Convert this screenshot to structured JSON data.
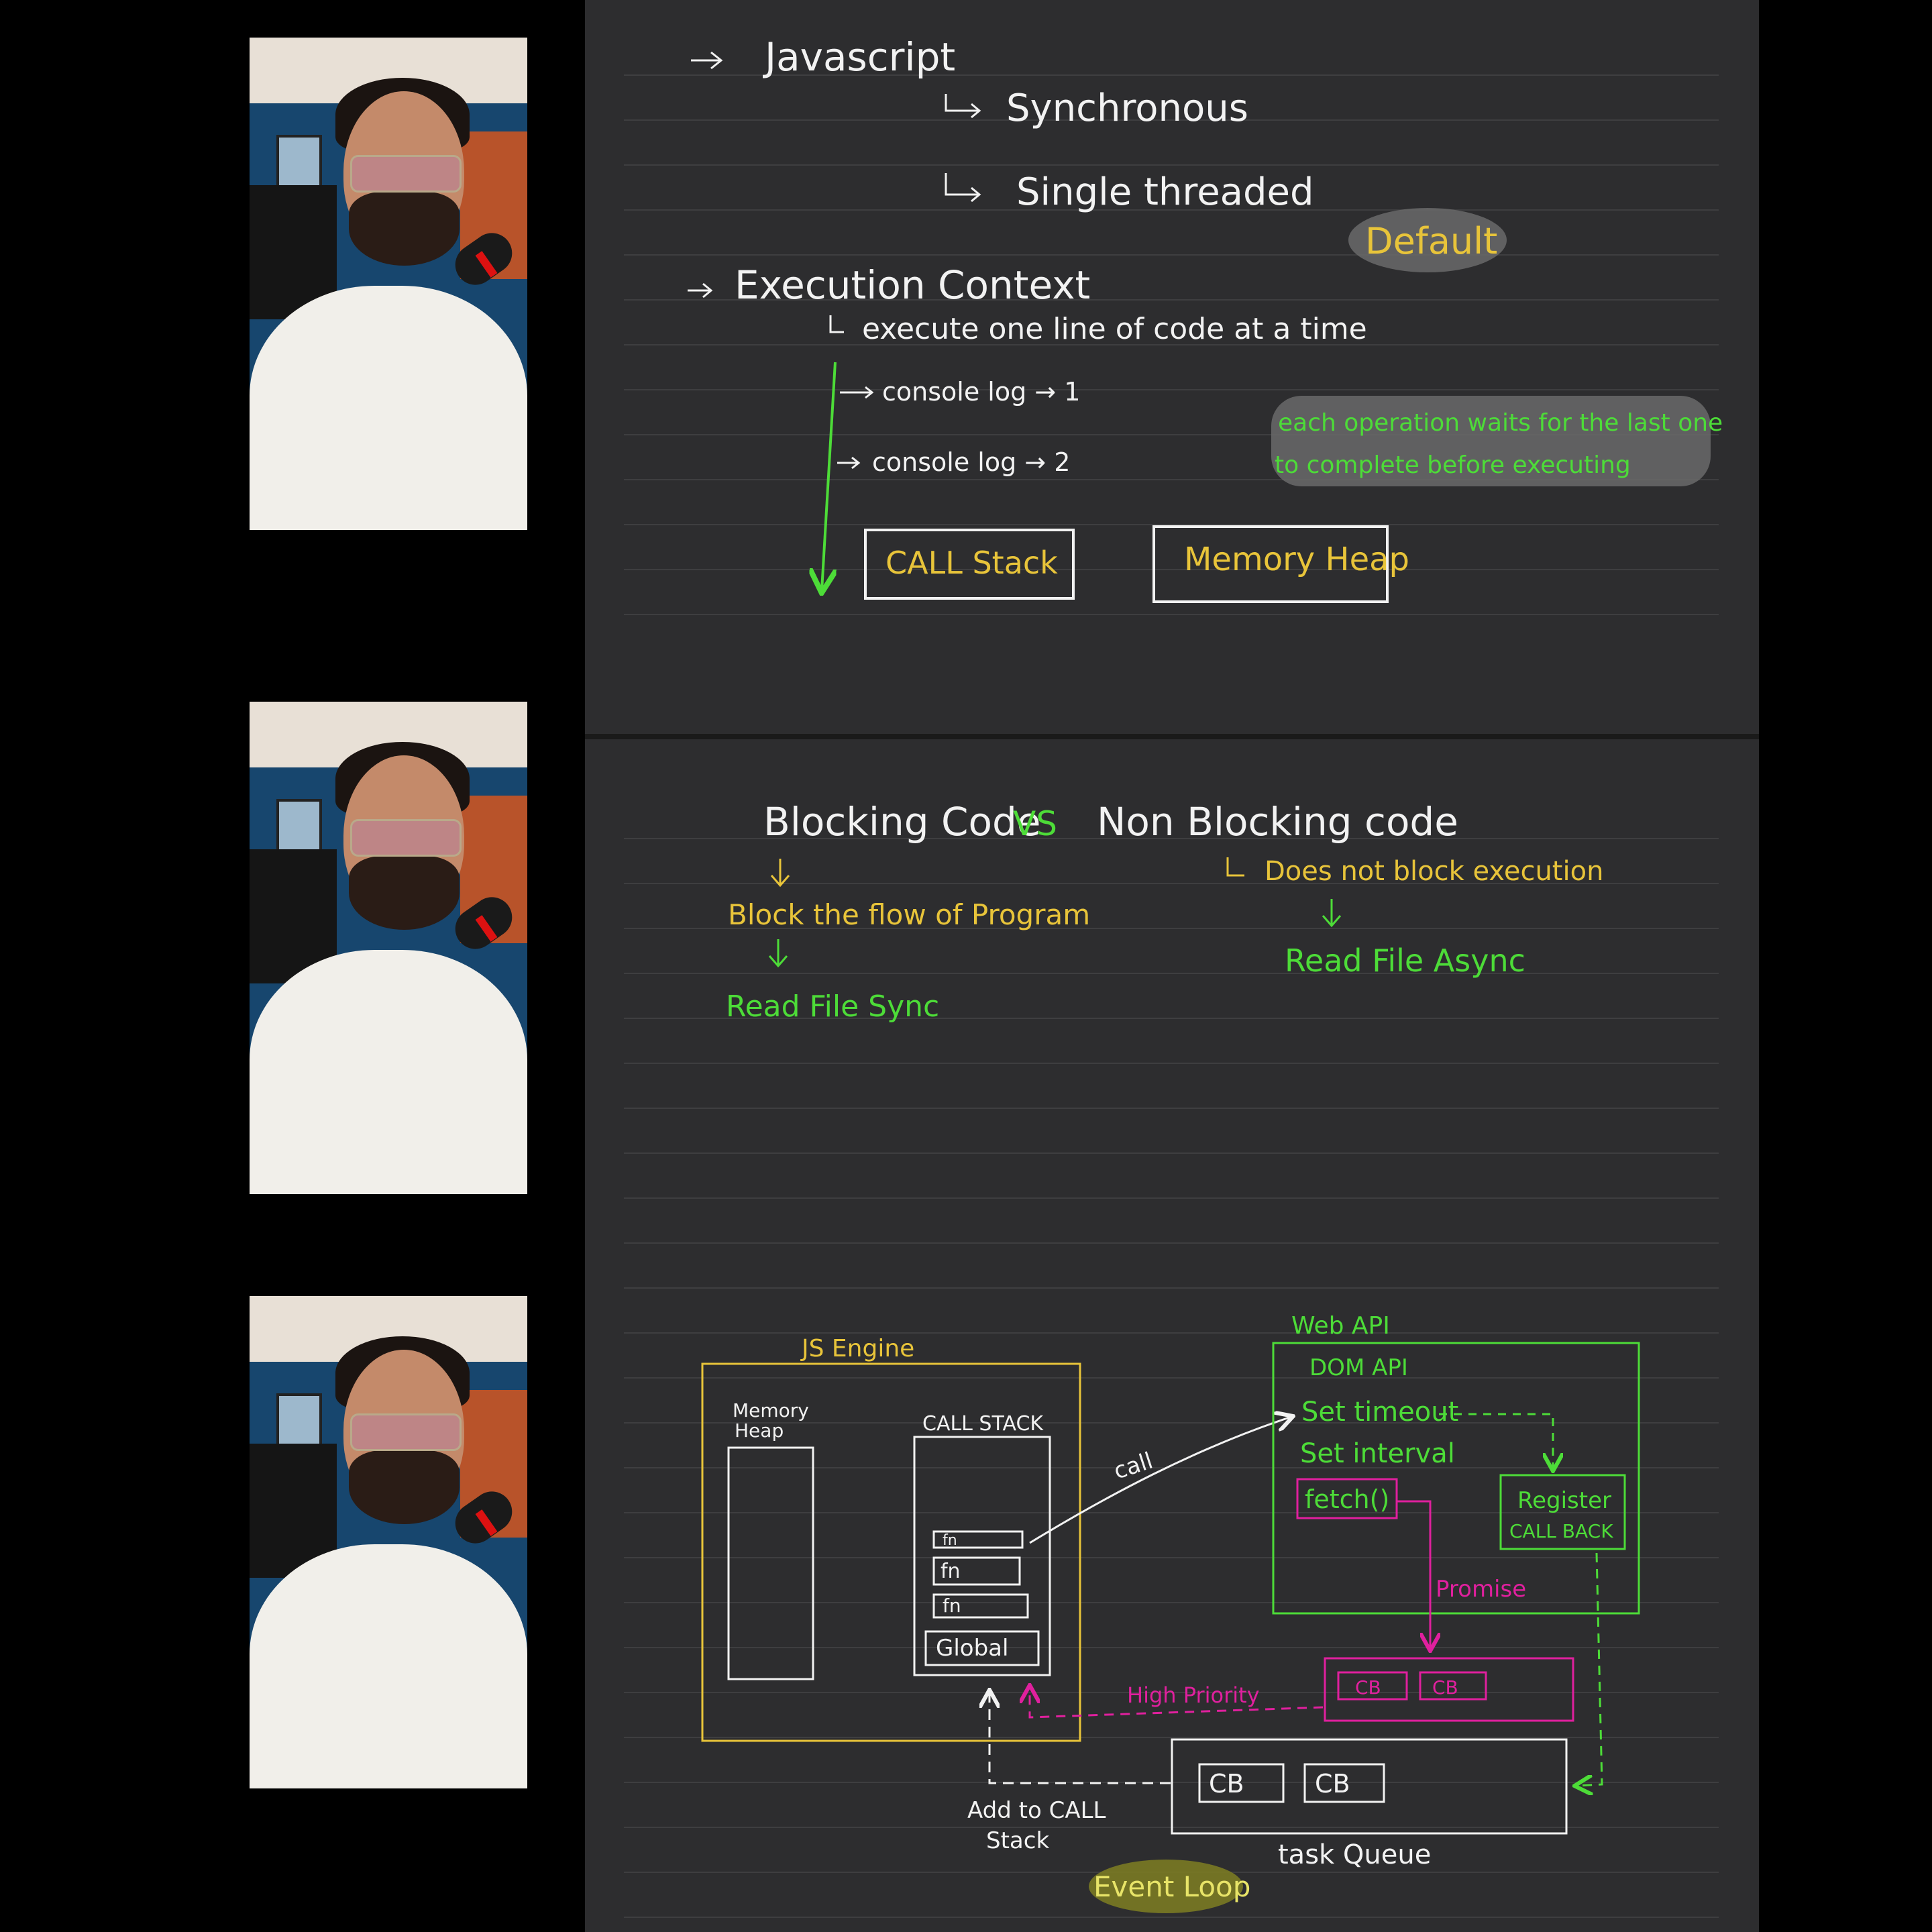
{
  "panel1": {
    "javascript": "Javascript",
    "synchronous": "Synchronous",
    "single_threaded": "Single threaded",
    "default": "Default",
    "execution_context": "Execution Context",
    "execute_line": "execute one line of code at a time",
    "console1": "console log → 1",
    "console2": "console log → 2",
    "call_stack": "CALL Stack",
    "memory_heap": "Memory Heap",
    "note_line1": "each operation waits for the last one",
    "note_line2": "to complete before executing"
  },
  "panel2": {
    "blocking": "Blocking Code",
    "vs": "VS",
    "non_blocking": "Non Blocking code",
    "block_flow": "Block the flow of Program",
    "read_sync": "Read File Sync",
    "does_not_block": "Does not block execution",
    "read_async": "Read File Async"
  },
  "panel3": {
    "js_engine": "JS Engine",
    "memory": "Memory",
    "heap": "Heap",
    "call_stack": "CALL STACK",
    "fn": "fn",
    "global": "Global",
    "call": "call",
    "web_api": "Web API",
    "dom_api": "DOM API",
    "set_timeout": "Set timeout",
    "set_interval": "Set interval",
    "fetch": "fetch()",
    "register": "Register",
    "callback": "CALL BACK",
    "promise": "Promise",
    "cb": "CB",
    "high_priority": "High Priority",
    "add_to": "Add to CALL",
    "stack": "Stack",
    "task_queue": "task Queue",
    "event_loop": "Event Loop"
  },
  "colors": {
    "white": "#f2f2f2",
    "yellow": "#e8c43a",
    "green": "#4ddc38",
    "magenta": "#e0209e",
    "highlight_gray": "#6a6a6a",
    "highlight_olive": "#7a7a24"
  }
}
